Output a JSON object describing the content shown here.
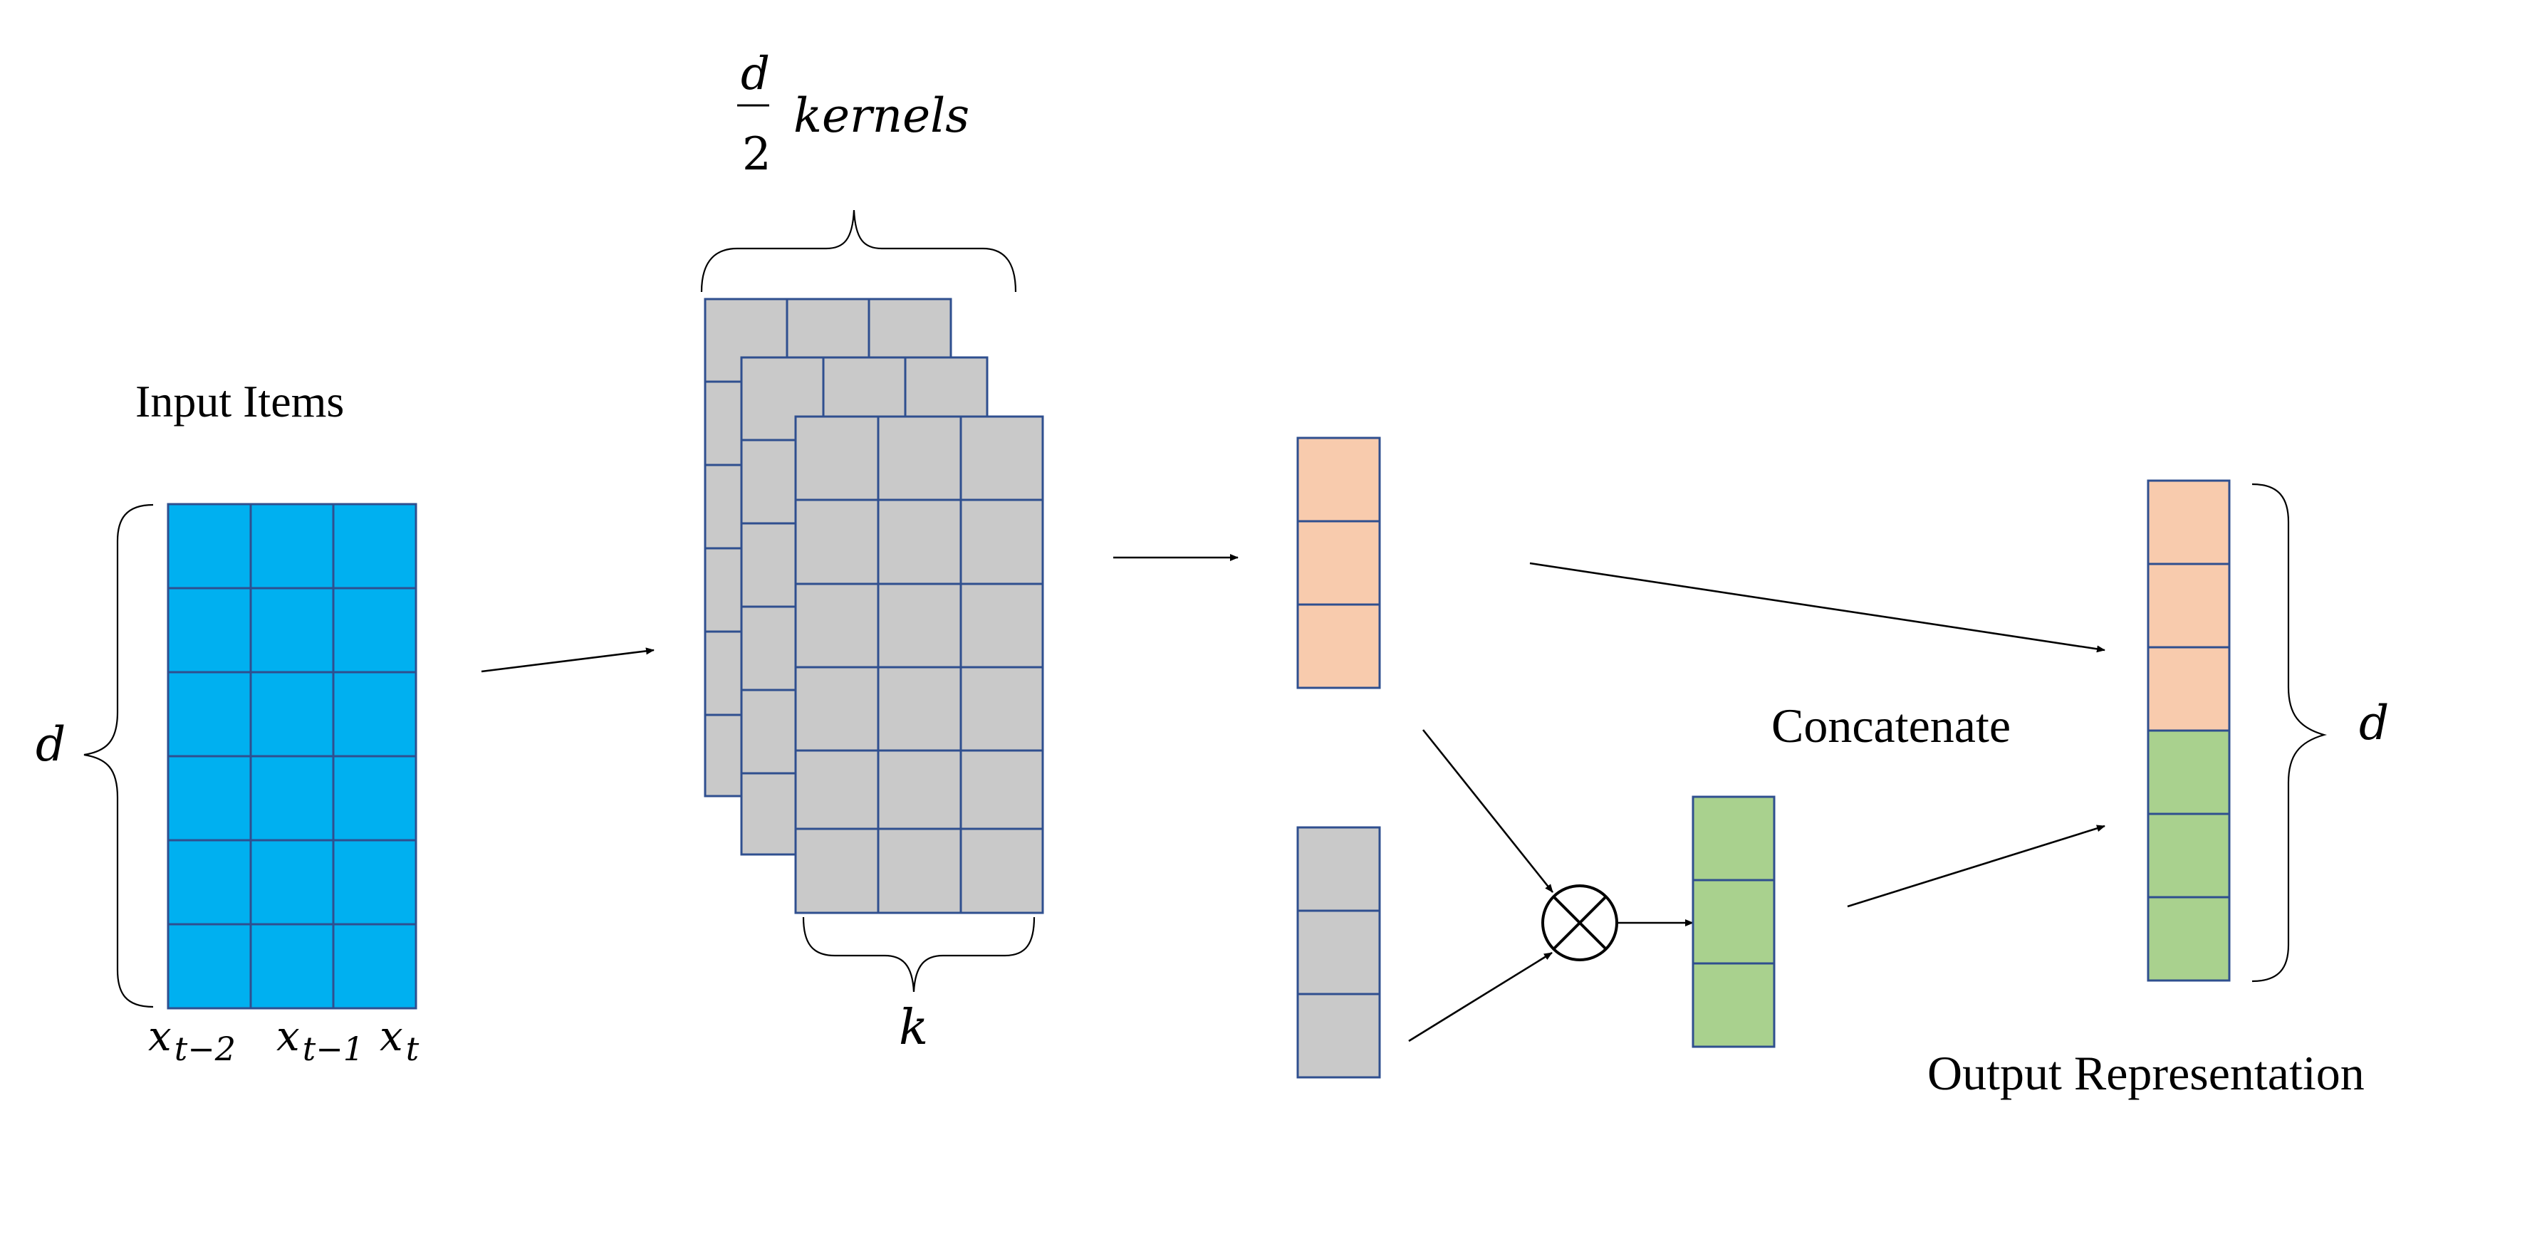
{
  "labels": {
    "input_items": "Input Items",
    "d_input": "d",
    "x_t_minus_2": "x",
    "x_t_minus_2_sub": "t−2",
    "x_t_minus_1": "x",
    "x_t_minus_1_sub": "t−1",
    "x_t": "x",
    "x_t_sub": "t",
    "kernels_fraction_num": "d",
    "kernels_fraction_den": "2",
    "kernels_word": "kernels",
    "k": "k",
    "concatenate": "Concatenate",
    "d_output": "d",
    "output_representation": "Output Representation"
  },
  "blocks": {
    "input_matrix": {
      "rows": 6,
      "cols": 3,
      "color": "#00b0f0"
    },
    "kernel_stack": {
      "layers": 3,
      "rows": 6,
      "cols": 3,
      "color": "#c9c9c9"
    },
    "orange_vector": {
      "rows": 3,
      "color": "#f8cbad"
    },
    "gray_vector": {
      "rows": 3,
      "color": "#c9c9c9"
    },
    "green_vector": {
      "rows": 3,
      "color": "#a9d18e"
    },
    "output_vector": {
      "top_rows": 3,
      "bottom_rows": 3,
      "top_color": "#f8cbad",
      "bottom_color": "#a9d18e"
    }
  },
  "colors": {
    "border": "#2f4f8f",
    "text": "#000000",
    "arrow": "#000000",
    "operator_fill": "#ffffff"
  },
  "operator": {
    "name": "multiply",
    "symbol": "⊗"
  }
}
